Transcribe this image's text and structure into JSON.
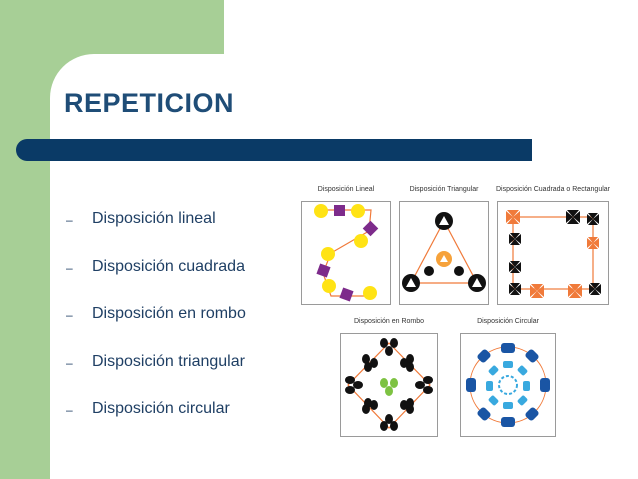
{
  "slide": {
    "title": "REPETICION",
    "bullets": [
      "Disposición lineal",
      "Disposición cuadrada",
      "Disposición en rombo",
      "Disposición triangular",
      "Disposición circular"
    ]
  },
  "figure": {
    "captions": {
      "lineal": "Disposición Lineal",
      "triangular": "Disposición Triangular",
      "cuadrada": "Disposición Cuadrada o Rectangular",
      "rombo": "Disposición en Rombo",
      "circular": "Disposición Circular"
    }
  },
  "colors": {
    "title": "#1f4d77",
    "bar": "#0a3a66",
    "green": "#a7cf96",
    "orange": "#f07a3a",
    "yellow": "#ffe315",
    "purple": "#7d2b8b",
    "blue": "#1a55a4",
    "cyan": "#39a9df"
  }
}
